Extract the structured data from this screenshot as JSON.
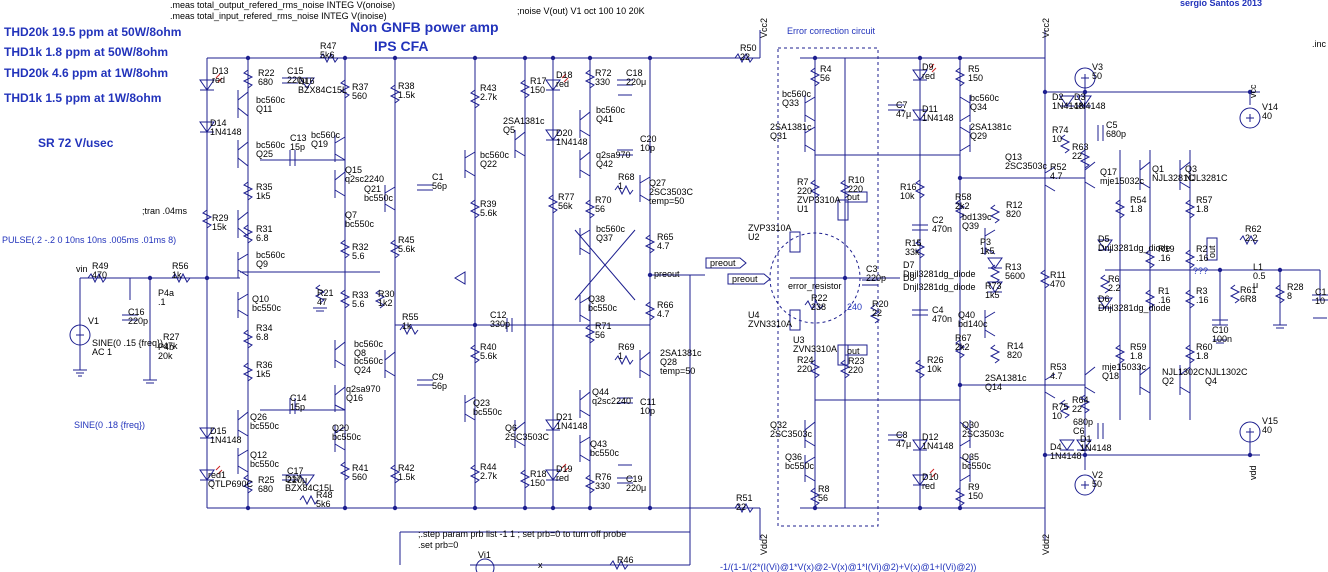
{
  "directives": {
    "meas1": ".meas total_output_refered_rms_noise INTEG V(onoise)",
    "meas2": ".meas total_input_refered_rms_noise INTEG V(inoise)",
    "noise": ";noise V(out) V1 oct 100 10 20K",
    "tran": ";tran .04ms",
    "pulse": "PULSE(.2 -.2 0 10ns 10ns .005ms .01ms 8)",
    "sine2": "SINE(0 .18 {freq})",
    "step": ";.step param prb list -1 1 ; set prb=0 to turn off probe",
    "setprb": ".set prb=0",
    "author": "sergio Santos 2013",
    "inc": ".inc",
    "formula": "-1/(1-1/(2*(I(Vi)@1*V(x)@2-V(x)@1*I(Vi)@2)+V(x)@1+I(Vi)@2))"
  },
  "specs": {
    "thd1": "THD20k 19.5 ppm at 50W/8ohm",
    "thd2": "THD1k 1.8 ppm at 50W/8ohm",
    "thd3": "THD20k 4.6 ppm at 1W/8ohm",
    "thd4": "THD1k 1.5 ppm at 1W/8ohm",
    "sr": "SR 72 V/usec"
  },
  "titles": {
    "main1": "Non GNFB power amp",
    "main2": "IPS CFA",
    "ecc": "Error correction circuit"
  },
  "netlabels": {
    "vcc2a": "Vcc2",
    "vcc2b": "Vcc2",
    "vdd2a": "Vdd2",
    "vdd2b": "Vdd2",
    "vcc": "vcc",
    "vdd": "vdd",
    "preout1": "preout",
    "preout2": "preout",
    "preout3": "preout",
    "out1": "out",
    "out2": "out",
    "out3": "out",
    "vin": "vin",
    "x": "x",
    "err": "error_resistor",
    "qqq": "???",
    "n240": "240"
  },
  "components": [
    {
      "id": "c_d13",
      "lines": [
        "D13",
        "red"
      ]
    },
    {
      "id": "c_r22",
      "lines": [
        "R22",
        "680"
      ]
    },
    {
      "id": "c_c15",
      "lines": [
        "C15",
        "220μ"
      ]
    },
    {
      "id": "c_d16",
      "lines": [
        "D16",
        "BZX84C15L"
      ]
    },
    {
      "id": "c_r47",
      "lines": [
        "R47",
        "5k6"
      ]
    },
    {
      "id": "c_r37",
      "lines": [
        "R37",
        "560"
      ]
    },
    {
      "id": "c_r38",
      "lines": [
        "R38",
        "1.5k"
      ]
    },
    {
      "id": "c_q11",
      "lines": [
        "bc560c",
        "Q11"
      ]
    },
    {
      "id": "c_d14",
      "lines": [
        "D14",
        "1N4148"
      ]
    },
    {
      "id": "c_q25",
      "lines": [
        "bc560c",
        "Q25"
      ]
    },
    {
      "id": "c_c13",
      "lines": [
        "C13",
        "15p"
      ]
    },
    {
      "id": "c_q19",
      "lines": [
        "bc560c",
        "Q19"
      ]
    },
    {
      "id": "c_q15",
      "lines": [
        "Q15",
        "q2sc2240"
      ]
    },
    {
      "id": "c_q21",
      "lines": [
        "Q21",
        "bc550c"
      ]
    },
    {
      "id": "c_c1",
      "lines": [
        "C1",
        "56p"
      ]
    },
    {
      "id": "c_r35",
      "lines": [
        "R35",
        "1k5"
      ]
    },
    {
      "id": "c_r31",
      "lines": [
        "R31",
        "6.8"
      ]
    },
    {
      "id": "c_q7",
      "lines": [
        "Q7",
        "bc550c"
      ]
    },
    {
      "id": "c_r29",
      "lines": [
        "R29",
        "15k"
      ]
    },
    {
      "id": "c_r32",
      "lines": [
        "R32",
        "5.6"
      ]
    },
    {
      "id": "c_r45",
      "lines": [
        "R45",
        "5.6k"
      ]
    },
    {
      "id": "c_q9",
      "lines": [
        "bc560c",
        "Q9"
      ]
    },
    {
      "id": "c_r49",
      "lines": [
        "R49",
        "470"
      ]
    },
    {
      "id": "c_r56",
      "lines": [
        "R56",
        "1k"
      ]
    },
    {
      "id": "c_p4a",
      "lines": [
        "P4a",
        ".1"
      ]
    },
    {
      "id": "c_r21",
      "lines": [
        "R21",
        "47"
      ]
    },
    {
      "id": "c_r33",
      "lines": [
        "R33",
        "5.6"
      ]
    },
    {
      "id": "c_r30",
      "lines": [
        "R30",
        "1k2"
      ]
    },
    {
      "id": "c_q10",
      "lines": [
        "Q10",
        "bc550c"
      ]
    },
    {
      "id": "c_c16",
      "lines": [
        "C16",
        "220p"
      ]
    },
    {
      "id": "c_r27",
      "lines": [
        "R27",
        "47k"
      ]
    },
    {
      "id": "c_p4b",
      "lines": [
        "P4b",
        "20k"
      ]
    },
    {
      "id": "c_v1",
      "lines": [
        "V1"
      ]
    },
    {
      "id": "c_sine1",
      "lines": [
        "SINE(0 .15 {freq})",
        "AC 1"
      ]
    },
    {
      "id": "c_r34",
      "lines": [
        "R34",
        "6.8"
      ]
    },
    {
      "id": "c_r55",
      "lines": [
        "R55",
        "1k"
      ]
    },
    {
      "id": "c_q8",
      "lines": [
        "bc560c",
        "Q8"
      ]
    },
    {
      "id": "c_q24",
      "lines": [
        "bc560c",
        "Q24"
      ]
    },
    {
      "id": "c_r36",
      "lines": [
        "R36",
        "1k5"
      ]
    },
    {
      "id": "c_q16",
      "lines": [
        "q2sa970",
        "Q16"
      ]
    },
    {
      "id": "c_c9",
      "lines": [
        "C9",
        "56p"
      ]
    },
    {
      "id": "c_c14",
      "lines": [
        "C14",
        "15p"
      ]
    },
    {
      "id": "c_q26",
      "lines": [
        "Q26",
        "bc550c"
      ]
    },
    {
      "id": "c_q20",
      "lines": [
        "Q20",
        "bc550c"
      ]
    },
    {
      "id": "c_d15",
      "lines": [
        "D15",
        "1N4148"
      ]
    },
    {
      "id": "c_q12",
      "lines": [
        "Q12",
        "bc550c"
      ]
    },
    {
      "id": "c_red1",
      "lines": [
        "red1",
        "QTLP690C"
      ]
    },
    {
      "id": "c_r25",
      "lines": [
        "R25",
        "680"
      ]
    },
    {
      "id": "c_c17",
      "lines": [
        "C17",
        "220μ"
      ]
    },
    {
      "id": "c_d17",
      "lines": [
        "D17",
        "BZX84C15L"
      ]
    },
    {
      "id": "c_r48",
      "lines": [
        "R48",
        "5k6"
      ]
    },
    {
      "id": "c_r41",
      "lines": [
        "R41",
        "560"
      ]
    },
    {
      "id": "c_r42",
      "lines": [
        "R42",
        "1.5k"
      ]
    },
    {
      "id": "c_r43",
      "lines": [
        "R43",
        "2.7k"
      ]
    },
    {
      "id": "c_r17",
      "lines": [
        "R17",
        "150"
      ]
    },
    {
      "id": "c_q5",
      "lines": [
        "2SA1381c",
        "Q5"
      ]
    },
    {
      "id": "c_q22",
      "lines": [
        "bc560c",
        "Q22"
      ]
    },
    {
      "id": "c_r39",
      "lines": [
        "R39",
        "5.6k"
      ]
    },
    {
      "id": "c_c12",
      "lines": [
        "C12",
        "330p"
      ]
    },
    {
      "id": "c_r40",
      "lines": [
        "R40",
        "5.6k"
      ]
    },
    {
      "id": "c_q23",
      "lines": [
        "Q23",
        "bc550c"
      ]
    },
    {
      "id": "c_q6",
      "lines": [
        "Q6",
        "2SC3503C"
      ]
    },
    {
      "id": "c_r44",
      "lines": [
        "R44",
        "2.7k"
      ]
    },
    {
      "id": "c_r18",
      "lines": [
        "R18",
        "150"
      ]
    },
    {
      "id": "c_d18",
      "lines": [
        "D18",
        "red"
      ]
    },
    {
      "id": "c_d20",
      "lines": [
        "D20",
        "1N4148"
      ]
    },
    {
      "id": "c_r72",
      "lines": [
        "R72",
        "330"
      ]
    },
    {
      "id": "c_c18",
      "lines": [
        "C18",
        "220μ"
      ]
    },
    {
      "id": "c_q41",
      "lines": [
        "bc560c",
        "Q41"
      ]
    },
    {
      "id": "c_c20",
      "lines": [
        "C20",
        "10p"
      ]
    },
    {
      "id": "c_q42",
      "lines": [
        "q2sa970",
        "Q42"
      ]
    },
    {
      "id": "c_r68",
      "lines": [
        "R68",
        "1"
      ]
    },
    {
      "id": "c_q27",
      "lines": [
        "Q27",
        "2SC3503C",
        "temp=50"
      ]
    },
    {
      "id": "c_r77",
      "lines": [
        "R77",
        "56k"
      ]
    },
    {
      "id": "c_r70",
      "lines": [
        "R70",
        "56"
      ]
    },
    {
      "id": "c_q37",
      "lines": [
        "bc560c",
        "Q37"
      ]
    },
    {
      "id": "c_r65",
      "lines": [
        "R65",
        "4.7"
      ]
    },
    {
      "id": "c_q38",
      "lines": [
        "Q38",
        "bc550c"
      ]
    },
    {
      "id": "c_r66",
      "lines": [
        "R66",
        "4.7"
      ]
    },
    {
      "id": "c_r71",
      "lines": [
        "R71",
        "56"
      ]
    },
    {
      "id": "c_r69",
      "lines": [
        "R69",
        "1"
      ]
    },
    {
      "id": "c_q28",
      "lines": [
        "2SA1381c",
        "Q28",
        "temp=50"
      ]
    },
    {
      "id": "c_q44",
      "lines": [
        "Q44",
        "q2sc2240"
      ]
    },
    {
      "id": "c_c11",
      "lines": [
        "C11",
        "10p"
      ]
    },
    {
      "id": "c_d21",
      "lines": [
        "D21",
        "1N4148"
      ]
    },
    {
      "id": "c_q43",
      "lines": [
        "Q43",
        "bc550c"
      ]
    },
    {
      "id": "c_d19",
      "lines": [
        "D19",
        "red"
      ]
    },
    {
      "id": "c_r76",
      "lines": [
        "R76",
        "330"
      ]
    },
    {
      "id": "c_c19",
      "lines": [
        "C19",
        "220μ"
      ]
    },
    {
      "id": "c_r50",
      "lines": [
        "R50",
        "22"
      ]
    },
    {
      "id": "c_r51",
      "lines": [
        "R51",
        "22"
      ]
    },
    {
      "id": "c_r4",
      "lines": [
        "R4",
        "56"
      ]
    },
    {
      "id": "c_q33",
      "lines": [
        "bc560c",
        "Q33"
      ]
    },
    {
      "id": "c_q31",
      "lines": [
        "2SA1381c",
        "Q31"
      ]
    },
    {
      "id": "c_r7",
      "lines": [
        "R7",
        "220"
      ]
    },
    {
      "id": "c_r10",
      "lines": [
        "R10",
        "220"
      ]
    },
    {
      "id": "c_u1",
      "lines": [
        "ZVP3310A",
        "U1"
      ]
    },
    {
      "id": "c_u2",
      "lines": [
        "ZVP3310A",
        "U2"
      ]
    },
    {
      "id": "c_r22b",
      "lines": [
        "R22",
        "238"
      ]
    },
    {
      "id": "c_u4",
      "lines": [
        "U4",
        "ZVN3310A"
      ]
    },
    {
      "id": "c_u3",
      "lines": [
        "U3",
        "ZVN3310A"
      ]
    },
    {
      "id": "c_c3",
      "lines": [
        "C3",
        "220p"
      ]
    },
    {
      "id": "c_r20",
      "lines": [
        "R20",
        "22"
      ]
    },
    {
      "id": "c_r24",
      "lines": [
        "R24",
        "220"
      ]
    },
    {
      "id": "c_r23",
      "lines": [
        "R23",
        "220"
      ]
    },
    {
      "id": "c_q32",
      "lines": [
        "Q32",
        "2SC3503c"
      ]
    },
    {
      "id": "c_q36",
      "lines": [
        "Q36",
        "bc550c"
      ]
    },
    {
      "id": "c_r8",
      "lines": [
        "R8",
        "56"
      ]
    },
    {
      "id": "c_d9",
      "lines": [
        "D9",
        "red"
      ]
    },
    {
      "id": "c_r5",
      "lines": [
        "R5",
        "150"
      ]
    },
    {
      "id": "c_c7",
      "lines": [
        "C7",
        "47μ"
      ]
    },
    {
      "id": "c_d11",
      "lines": [
        "D11",
        "1N4148"
      ]
    },
    {
      "id": "c_q34",
      "lines": [
        "bc560c",
        "Q34"
      ]
    },
    {
      "id": "c_q29",
      "lines": [
        "2SA1381c",
        "Q29"
      ]
    },
    {
      "id": "c_r16",
      "lines": [
        "R16",
        "10k"
      ]
    },
    {
      "id": "c_r58",
      "lines": [
        "R58",
        "2k2"
      ]
    },
    {
      "id": "c_r12",
      "lines": [
        "R12",
        "820"
      ]
    },
    {
      "id": "c_c2",
      "lines": [
        "C2",
        "470n"
      ]
    },
    {
      "id": "c_q39",
      "lines": [
        "bd139c",
        "Q39"
      ]
    },
    {
      "id": "c_r15",
      "lines": [
        "R15",
        "33k"
      ]
    },
    {
      "id": "c_p3",
      "lines": [
        "P3",
        "1k5"
      ]
    },
    {
      "id": "c_d7",
      "lines": [
        "D7",
        "Dnjl3281dg_diode"
      ]
    },
    {
      "id": "c_d8",
      "lines": [
        "D8",
        "Dnjl3281dg_diode"
      ]
    },
    {
      "id": "c_r13",
      "lines": [
        "R13",
        "5600"
      ]
    },
    {
      "id": "c_r73",
      "lines": [
        "R73",
        "1k5"
      ]
    },
    {
      "id": "c_c4",
      "lines": [
        "C4",
        "470n"
      ]
    },
    {
      "id": "c_q40",
      "lines": [
        "Q40",
        "bd140c"
      ]
    },
    {
      "id": "c_r67",
      "lines": [
        "R67",
        "2k2"
      ]
    },
    {
      "id": "c_r14",
      "lines": [
        "R14",
        "820"
      ]
    },
    {
      "id": "c_r26",
      "lines": [
        "R26",
        "10k"
      ]
    },
    {
      "id": "c_c8",
      "lines": [
        "C8",
        "47μ"
      ]
    },
    {
      "id": "c_d12",
      "lines": [
        "D12",
        "1N4148"
      ]
    },
    {
      "id": "c_q30",
      "lines": [
        "Q30",
        "2SC3503c"
      ]
    },
    {
      "id": "c_q35",
      "lines": [
        "Q35",
        "bc550c"
      ]
    },
    {
      "id": "c_d10",
      "lines": [
        "D10",
        "red"
      ]
    },
    {
      "id": "c_r9",
      "lines": [
        "R9",
        "150"
      ]
    },
    {
      "id": "c_q13",
      "lines": [
        "Q13",
        "2SC3503c"
      ]
    },
    {
      "id": "c_r52",
      "lines": [
        "R52",
        "4.7"
      ]
    },
    {
      "id": "c_r11",
      "lines": [
        "R11",
        "470"
      ]
    },
    {
      "id": "c_q14",
      "lines": [
        "2SA1381c",
        "Q14"
      ]
    },
    {
      "id": "c_r53",
      "lines": [
        "R53",
        "4.7"
      ]
    },
    {
      "id": "c_r74",
      "lines": [
        "R74",
        "10"
      ]
    },
    {
      "id": "c_r63",
      "lines": [
        "R63",
        "22"
      ]
    },
    {
      "id": "c_r75",
      "lines": [
        "R75",
        "10"
      ]
    },
    {
      "id": "c_r64",
      "lines": [
        "R64",
        "22"
      ]
    },
    {
      "id": "c_d2",
      "lines": [
        "D2",
        "1N4148"
      ]
    },
    {
      "id": "c_d3",
      "lines": [
        "D3",
        "1N4148"
      ]
    },
    {
      "id": "c_c5",
      "lines": [
        "C5",
        "680p"
      ]
    },
    {
      "id": "c_c6",
      "lines": [
        "680p",
        "C6"
      ]
    },
    {
      "id": "c_d4",
      "lines": [
        "D4",
        "1N4148"
      ]
    },
    {
      "id": "c_d1",
      "lines": [
        "D1",
        "1N4148"
      ]
    },
    {
      "id": "c_q17",
      "lines": [
        "Q17",
        "mje15032c"
      ]
    },
    {
      "id": "c_q18",
      "lines": [
        "mje15033c",
        "Q18"
      ]
    },
    {
      "id": "c_q1",
      "lines": [
        "Q1",
        "NJL3281C"
      ]
    },
    {
      "id": "c_q3",
      "lines": [
        "Q3",
        "NJL3281C"
      ]
    },
    {
      "id": "c_q2",
      "lines": [
        "NJL1302C",
        "Q2"
      ]
    },
    {
      "id": "c_q4",
      "lines": [
        "NJL1302C",
        "Q4"
      ]
    },
    {
      "id": "c_r54",
      "lines": [
        "R54",
        "1.8"
      ]
    },
    {
      "id": "c_r57",
      "lines": [
        "R57",
        "1.8"
      ]
    },
    {
      "id": "c_r59",
      "lines": [
        "R59",
        "1.8"
      ]
    },
    {
      "id": "c_r60",
      "lines": [
        "R60",
        "1.8"
      ]
    },
    {
      "id": "c_d5",
      "lines": [
        "D5",
        "Dnjl3281dg_diode"
      ]
    },
    {
      "id": "c_r6",
      "lines": [
        "R6",
        "2.2"
      ]
    },
    {
      "id": "c_d6",
      "lines": [
        "D6",
        "Dnjl3281dg_diode"
      ]
    },
    {
      "id": "c_r19",
      "lines": [
        "R19",
        ".16"
      ]
    },
    {
      "id": "c_r2",
      "lines": [
        "R2",
        ".16"
      ]
    },
    {
      "id": "c_r1",
      "lines": [
        "R1",
        ".16"
      ]
    },
    {
      "id": "c_r3",
      "lines": [
        "R3",
        ".16"
      ]
    },
    {
      "id": "c_r62",
      "lines": [
        "R62",
        "2.2"
      ]
    },
    {
      "id": "c_l1",
      "lines": [
        "L1",
        "0.5",
        "μ"
      ]
    },
    {
      "id": "c_r61",
      "lines": [
        "R61",
        "6R8"
      ]
    },
    {
      "id": "c_r28",
      "lines": [
        "R28",
        "8"
      ]
    },
    {
      "id": "c_c10",
      "lines": [
        "C10",
        "100n"
      ]
    },
    {
      "id": "c_c1b",
      "lines": [
        "C1",
        "10"
      ]
    },
    {
      "id": "c_v3",
      "lines": [
        "V3",
        "50"
      ]
    },
    {
      "id": "c_v2",
      "lines": [
        "V2",
        "50"
      ]
    },
    {
      "id": "c_v14",
      "lines": [
        "V14",
        "40"
      ]
    },
    {
      "id": "c_v15",
      "lines": [
        "V15",
        "40"
      ]
    },
    {
      "id": "c_vi1",
      "lines": [
        "Vi1"
      ]
    },
    {
      "id": "c_r46",
      "lines": [
        "R46"
      ]
    }
  ]
}
